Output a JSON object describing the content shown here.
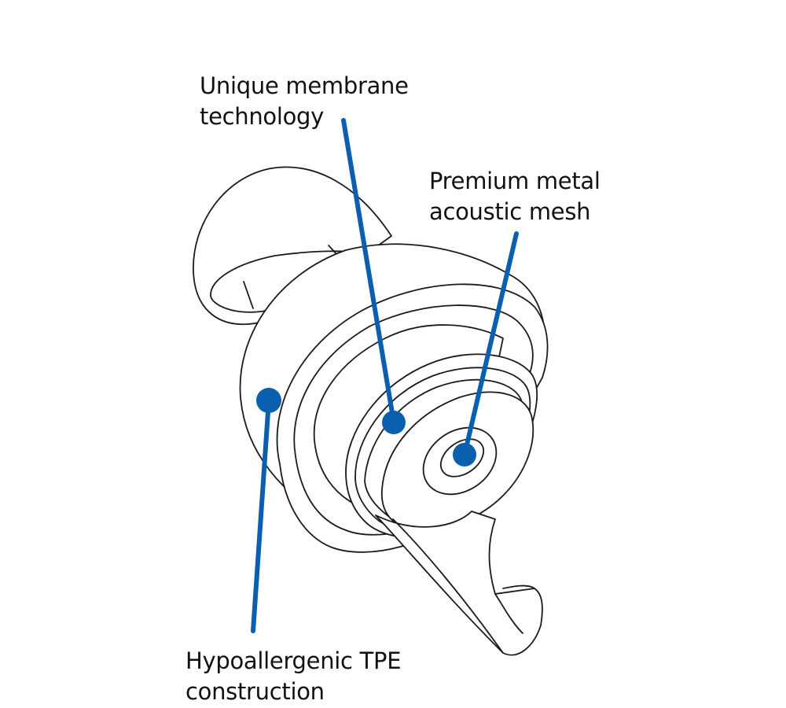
{
  "colors": {
    "callout": "#0a5fae",
    "outline": "#1a1a1a",
    "background": "#ffffff"
  },
  "callouts": {
    "membrane": {
      "line1": "Unique membrane",
      "line2": "technology"
    },
    "mesh": {
      "line1": "Premium metal",
      "line2": "acoustic mesh"
    },
    "tpe": {
      "line1": "Hypoallergenic TPE",
      "line2": "construction"
    }
  }
}
